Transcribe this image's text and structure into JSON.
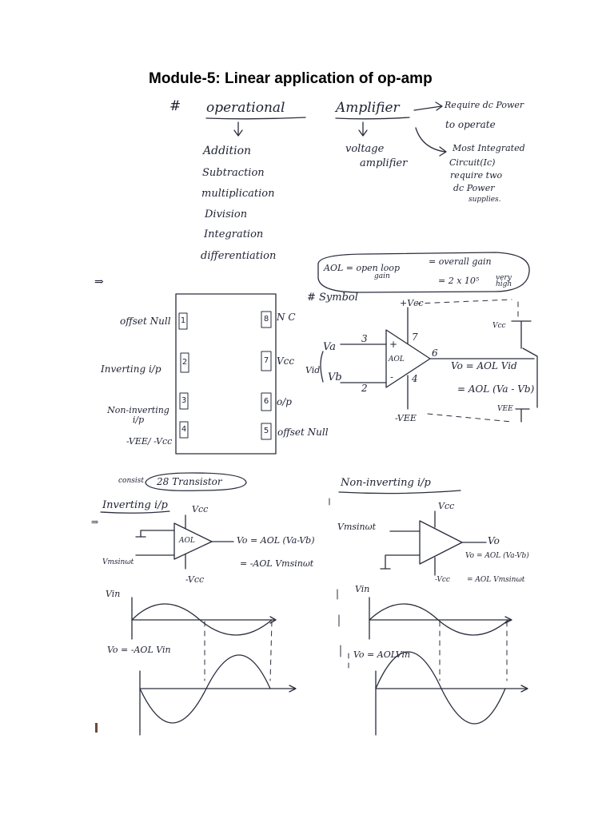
{
  "page_title": "Module-5: Linear application of op-amp",
  "heading": {
    "hash": "#",
    "word_operational": "operational",
    "word_amplifier": "Amplifier",
    "power_note_1": "Require dc Power",
    "power_note_2": "to operate",
    "ic_note": [
      "Most Integrated",
      "Circuit(Ic)",
      "require two",
      "dc Power",
      "supplies."
    ],
    "operations": [
      "Addition",
      "Subtraction",
      "multiplication",
      "Division",
      "Integration",
      "differentiation"
    ],
    "voltage_amplifier_1": "voltage",
    "voltage_amplifier_2": "amplifier"
  },
  "gain_box": {
    "line1_left": "AOL = open loop",
    "line1_right": "= overall gain",
    "line2_left": "gain",
    "line2_right": "= 2 x 10⁵",
    "very_high": "very high"
  },
  "arrow_mark": "⇒",
  "pinout": {
    "left_labels": [
      "offset Null",
      "Inverting i/p",
      "Non-inverting i/p",
      "-VEE/ -Vcc"
    ],
    "right_labels": [
      "N C",
      "Vcc",
      "o/p",
      "offset Null"
    ],
    "left_pins": [
      "1",
      "2",
      "3",
      "4"
    ],
    "right_pins": [
      "8",
      "7",
      "6",
      "5"
    ]
  },
  "symbol": {
    "heading": "# Symbol",
    "vcc_top": "+Vcc",
    "vcc_side": "Vcc",
    "vee_side": "VEE",
    "vee_bottom": "-VEE",
    "va": "Va",
    "vb": "Vb",
    "vid": "Vid",
    "pin3": "3",
    "pin2": "2",
    "pin7": "7",
    "pin6": "6",
    "pin4": "4",
    "plus": "+",
    "minus": "-",
    "aol": "AOL",
    "eq1": "Vo = AOL Vid",
    "eq2": "= AOL (Va - Vb)"
  },
  "transistor_note": {
    "consist": "consist",
    "count": "28 Transistor"
  },
  "inverting": {
    "title": "Inverting i/p",
    "vcc": "Vcc",
    "neg_vcc": "-Vcc",
    "source": "Vmsinωt",
    "aol": "AOL",
    "eq1": "Vo = AOL (Va-Vb)",
    "eq2": "= -AOL Vmsinωt",
    "vin_label": "Vin",
    "vo_label": "Vo = -AOL Vin"
  },
  "non_inverting": {
    "title": "Non-inverting i/p",
    "vcc": "Vcc",
    "neg_vcc": "-Vcc",
    "source": "Vmsinωt",
    "vo": "Vo",
    "eq1": "Vo = AOL (Va-Vb)",
    "eq2": "= AOL Vmsinωt",
    "vin_label": "Vin",
    "vo_label": "Vo = AOLVin"
  }
}
